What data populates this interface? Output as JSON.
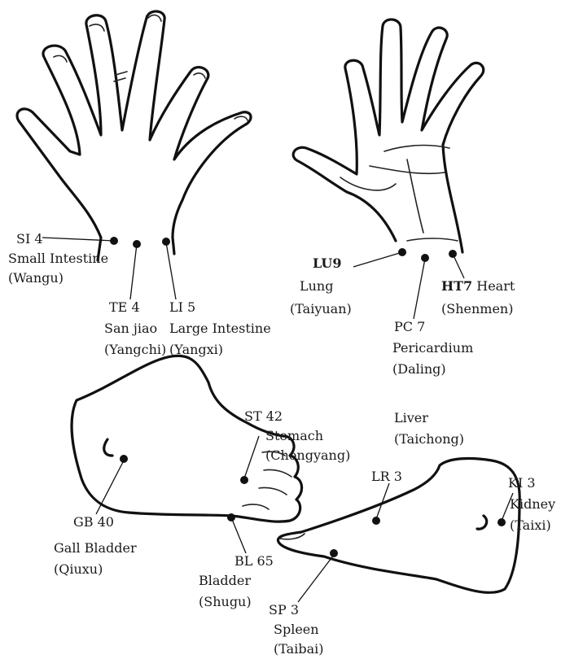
{
  "labels": {
    "si4_code": "SI 4",
    "si4_name": "Small Intestine",
    "si4_alt": "(Wangu)",
    "te4_code": "TE 4",
    "te4_name": "San jiao",
    "te4_alt": "(Yangchi)",
    "li5_code": "LI 5",
    "li5_name": "Large Intestine",
    "li5_alt": "(Yangxi)",
    "lu9_code": "LU9",
    "lu9_name": "Lung",
    "lu9_alt": "(Taiyuan)",
    "pc7_code": "PC 7",
    "pc7_name": "Pericardium",
    "pc7_alt": "(Daling)",
    "ht7_code": "HT7",
    "ht7_name": " Heart",
    "ht7_alt": "(Shenmen)",
    "st42_code": "ST 42",
    "st42_name": "Stomach",
    "st42_alt": "(Chongyang)",
    "gb40_code": "GB 40",
    "gb40_name": "Gall Bladder",
    "gb40_alt": "(Qiuxu)",
    "bl65_code": "BL 65",
    "bl65_name": "Bladder",
    "bl65_alt": "(Shugu)",
    "lr3_name": "Liver",
    "lr3_alt": "(Taichong)",
    "lr3_code": "LR 3",
    "ki3_code": "KI 3",
    "ki3_name": "Kidney",
    "ki3_alt": "(Taixi)",
    "sp3_code": "SP 3",
    "sp3_name": "Spleen",
    "sp3_alt": "(Taibai)"
  }
}
